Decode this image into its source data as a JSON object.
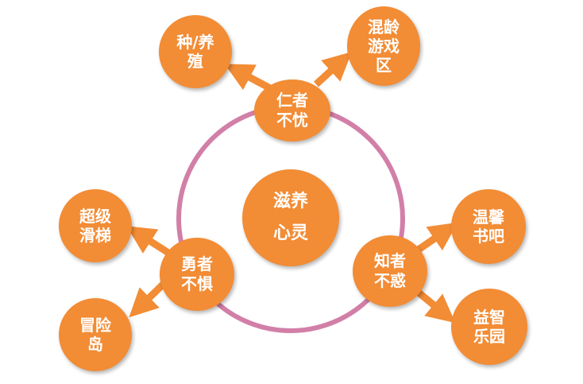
{
  "center": {
    "lines": [
      "滋养",
      "心灵"
    ]
  },
  "hubs": {
    "top": {
      "lines": [
        "仁者",
        "不忧"
      ]
    },
    "left": {
      "lines": [
        "勇者",
        "不惧"
      ]
    },
    "right": {
      "lines": [
        "知者",
        "不惑"
      ]
    }
  },
  "leaves": {
    "top_left": {
      "lines": [
        "种/养",
        "殖"
      ]
    },
    "top_right": {
      "lines": [
        "混龄",
        "游戏",
        "区"
      ]
    },
    "left_top": {
      "lines": [
        "超级",
        "滑梯"
      ]
    },
    "left_bottom": {
      "lines": [
        "冒险",
        "岛"
      ]
    },
    "right_top": {
      "lines": [
        "温馨",
        "书吧"
      ]
    },
    "right_bottom": {
      "lines": [
        "益智",
        "乐园"
      ]
    }
  },
  "colors": {
    "node": "#f28c35",
    "ring": "#d27fa8",
    "arrow": "#f28c35",
    "text": "#ffffff"
  }
}
